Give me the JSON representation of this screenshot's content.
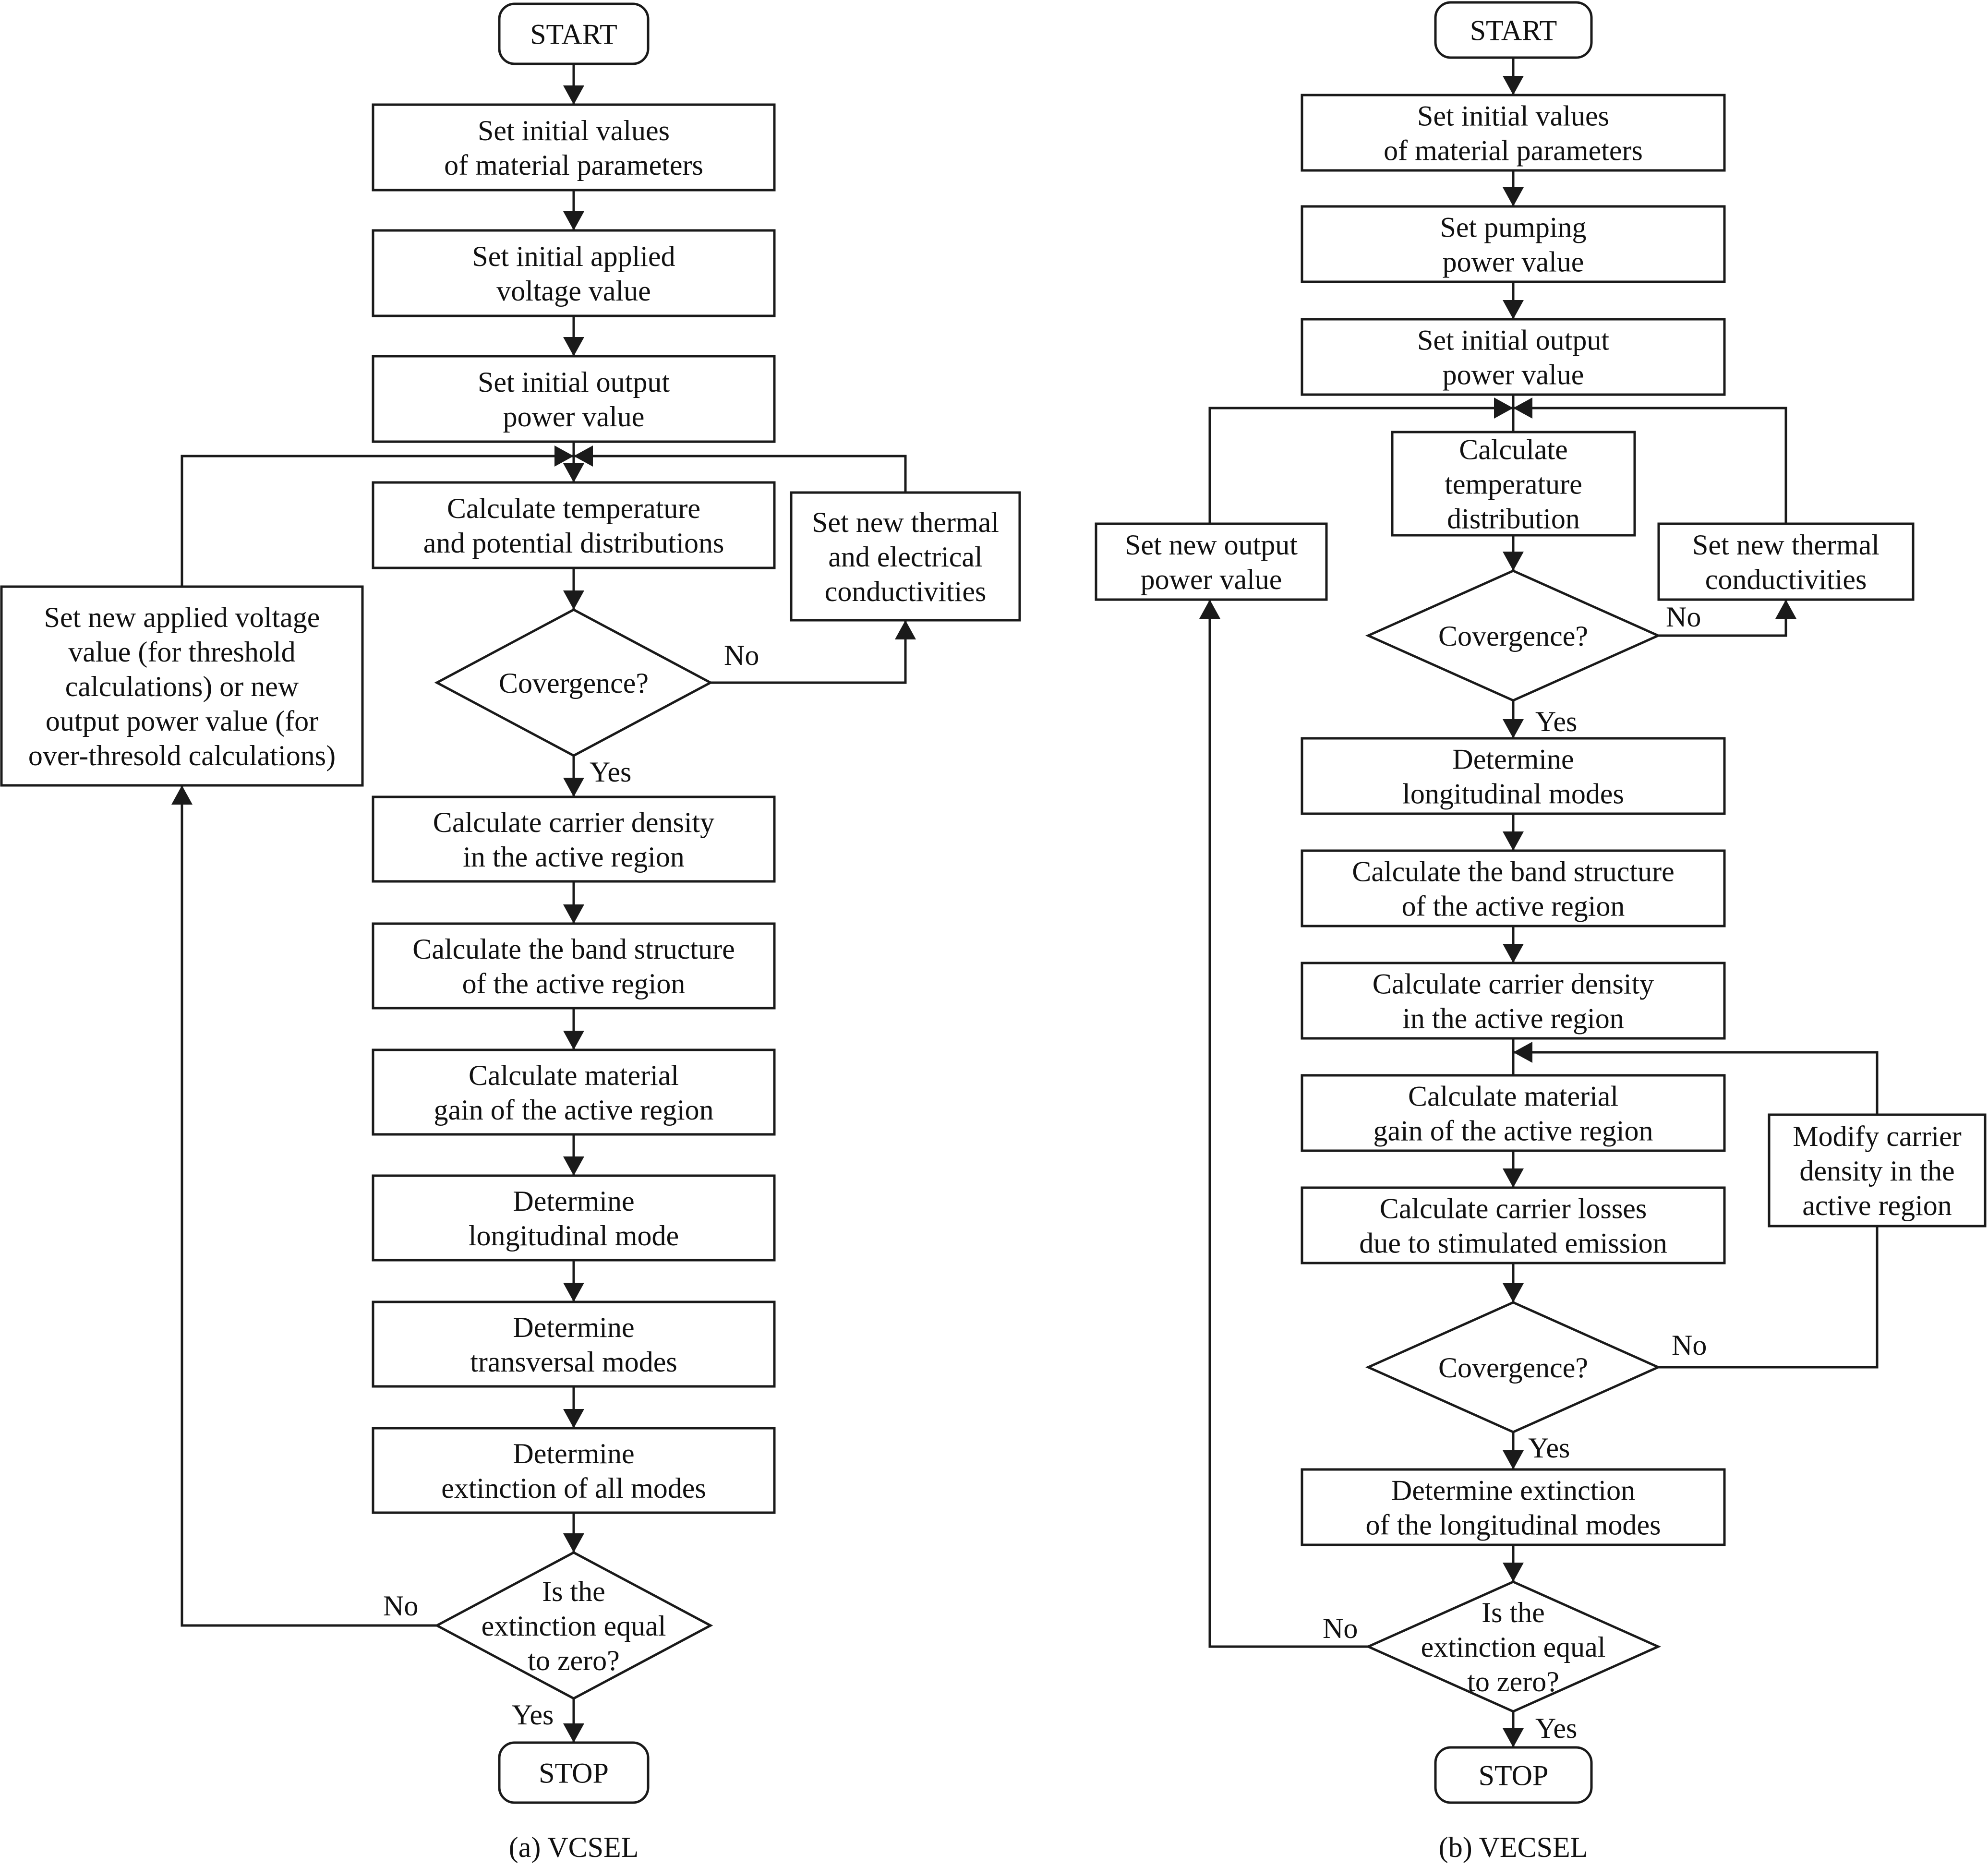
{
  "a": {
    "start": "START",
    "set_material": [
      "Set initial values",
      "of material parameters"
    ],
    "set_voltage": [
      "Set initial applied",
      "voltage value"
    ],
    "set_output": [
      "Set initial output",
      "power value"
    ],
    "calc_temp_pot": [
      "Calculate temperature",
      "and potential distributions"
    ],
    "set_thermal_elec": [
      "Set new thermal",
      "and electrical",
      "conductivities"
    ],
    "convergence": "Covergence?",
    "no": "No",
    "yes": "Yes",
    "calc_carrier": [
      "Calculate carrier density",
      "in the active region"
    ],
    "calc_band": [
      "Calculate the band structure",
      "of the active region"
    ],
    "calc_gain": [
      "Calculate material",
      "gain of the active region"
    ],
    "det_long": [
      "Determine",
      "longitudinal mode"
    ],
    "det_trans": [
      "Determine",
      "transversal modes"
    ],
    "det_ext": [
      "Determine",
      "extinction of all modes"
    ],
    "ext_zero": [
      "Is the",
      "extinction equal",
      "to zero?"
    ],
    "set_new_voltage": [
      "Set new applied voltage",
      "value (for threshold",
      "calculations) or new",
      "output power value (for",
      "over-thresold calculations)"
    ],
    "stop": "STOP",
    "caption": "(a) VCSEL"
  },
  "b": {
    "start": "START",
    "set_material": [
      "Set initial values",
      "of material parameters"
    ],
    "set_pump": [
      "Set pumping",
      "power value"
    ],
    "set_output": [
      "Set initial output",
      "power value"
    ],
    "calc_temp": [
      "Calculate",
      "temperature",
      "distribution"
    ],
    "set_new_output": [
      "Set new output",
      "power value"
    ],
    "set_thermal": [
      "Set new thermal",
      "conductivities"
    ],
    "convergence": "Covergence?",
    "no": "No",
    "yes": "Yes",
    "det_long": [
      "Determine",
      "longitudinal modes"
    ],
    "calc_band": [
      "Calculate the band structure",
      "of the active region"
    ],
    "calc_carrier": [
      "Calculate carrier density",
      "in the active region"
    ],
    "calc_gain": [
      "Calculate material",
      "gain of the active region"
    ],
    "modify_carrier": [
      "Modify carrier",
      "density in the",
      "active region"
    ],
    "calc_losses": [
      "Calculate carrier losses",
      "due to stimulated emission"
    ],
    "det_ext": [
      "Determine extinction",
      "of the longitudinal modes"
    ],
    "ext_zero": [
      "Is the",
      "extinction equal",
      "to zero?"
    ],
    "stop": "STOP",
    "caption": "(b) VECSEL"
  }
}
